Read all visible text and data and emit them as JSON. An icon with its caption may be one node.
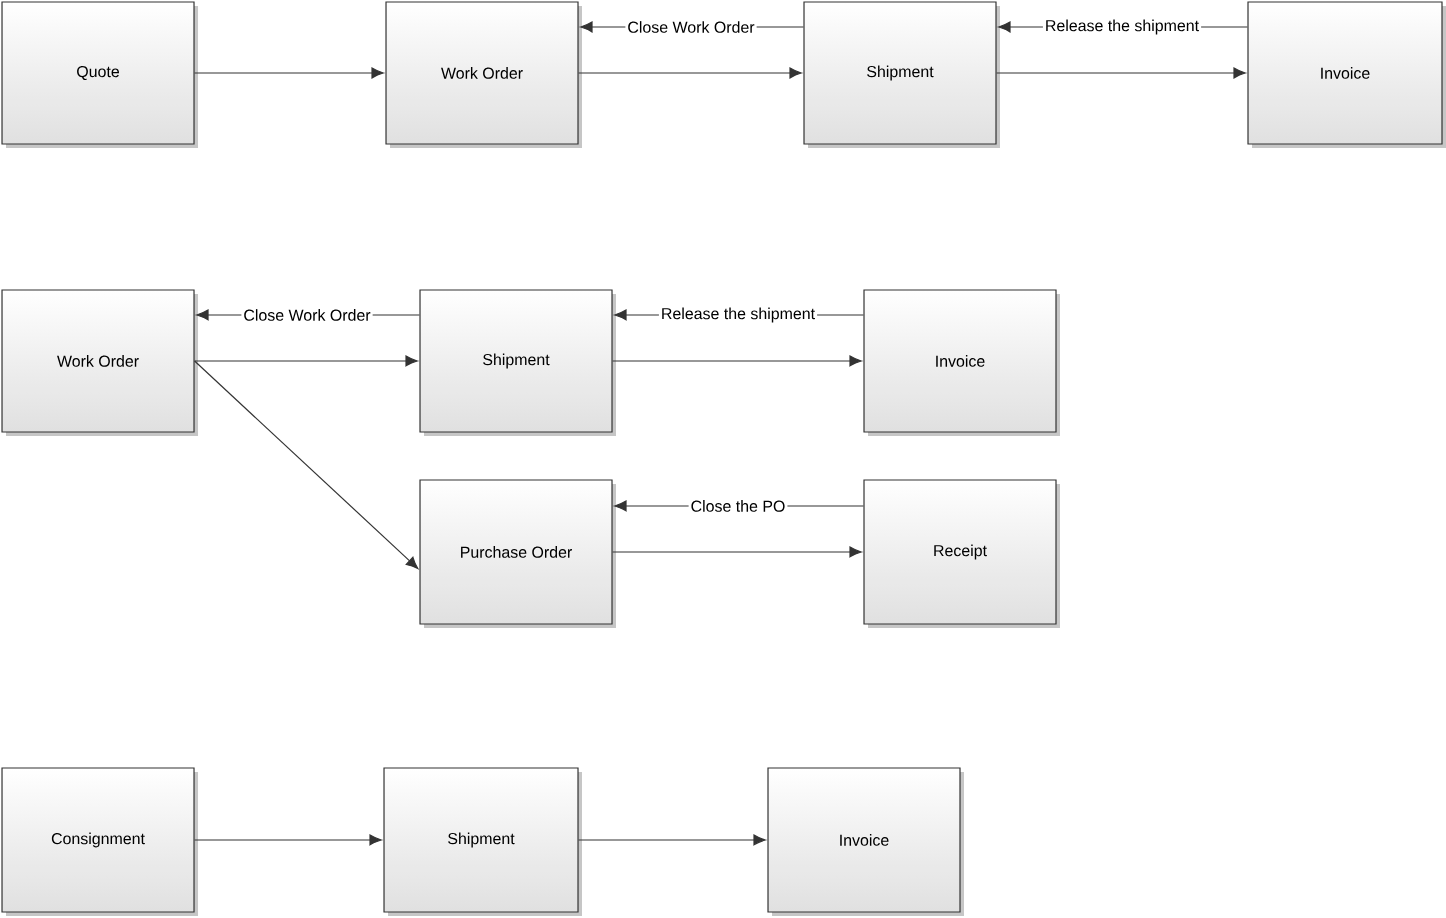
{
  "diagram": {
    "nodes": [
      {
        "text": [
          "Quote"
        ]
      },
      {
        "text": [
          "Work Order"
        ]
      },
      {
        "text": [
          "Shipment"
        ]
      },
      {
        "text": [
          "Invoice"
        ]
      },
      {
        "text": [
          "Work Order"
        ]
      },
      {
        "text": [
          "Shipment"
        ]
      },
      {
        "text": [
          "Invoice"
        ]
      },
      {
        "text": [
          "Purchase Order"
        ]
      },
      {
        "text": [
          "Receipt"
        ]
      },
      {
        "text": [
          "Consignment"
        ]
      },
      {
        "text": [
          "Shipment"
        ]
      },
      {
        "text": [
          "Invoice"
        ]
      }
    ],
    "edges": [
      {
        "from": 0,
        "to": 1,
        "arrow": "to"
      },
      {
        "from": 1,
        "to": 2,
        "arrow": "to"
      },
      {
        "from": 2,
        "to": 3,
        "arrow": "to"
      },
      {
        "from": 2,
        "to": 1,
        "arrow": "to",
        "label": "Close Work Order"
      },
      {
        "from": 3,
        "to": 2,
        "arrow": "to",
        "label": "Release the shipment"
      },
      {
        "from": 4,
        "to": 5,
        "arrow": "to"
      },
      {
        "from": 5,
        "to": 6,
        "arrow": "to"
      },
      {
        "from": 5,
        "to": 4,
        "arrow": "to",
        "label": "Close Work Order"
      },
      {
        "from": 6,
        "to": 5,
        "arrow": "to",
        "label": "Release the shipment"
      },
      {
        "from": 4,
        "to": 7,
        "arrow": "to"
      },
      {
        "from": 7,
        "to": 8,
        "arrow": "to"
      },
      {
        "from": 8,
        "to": 7,
        "arrow": "to",
        "label": "Close the PO"
      },
      {
        "from": 9,
        "to": 10,
        "arrow": "to"
      },
      {
        "from": 10,
        "to": 11,
        "arrow": "to"
      }
    ]
  }
}
